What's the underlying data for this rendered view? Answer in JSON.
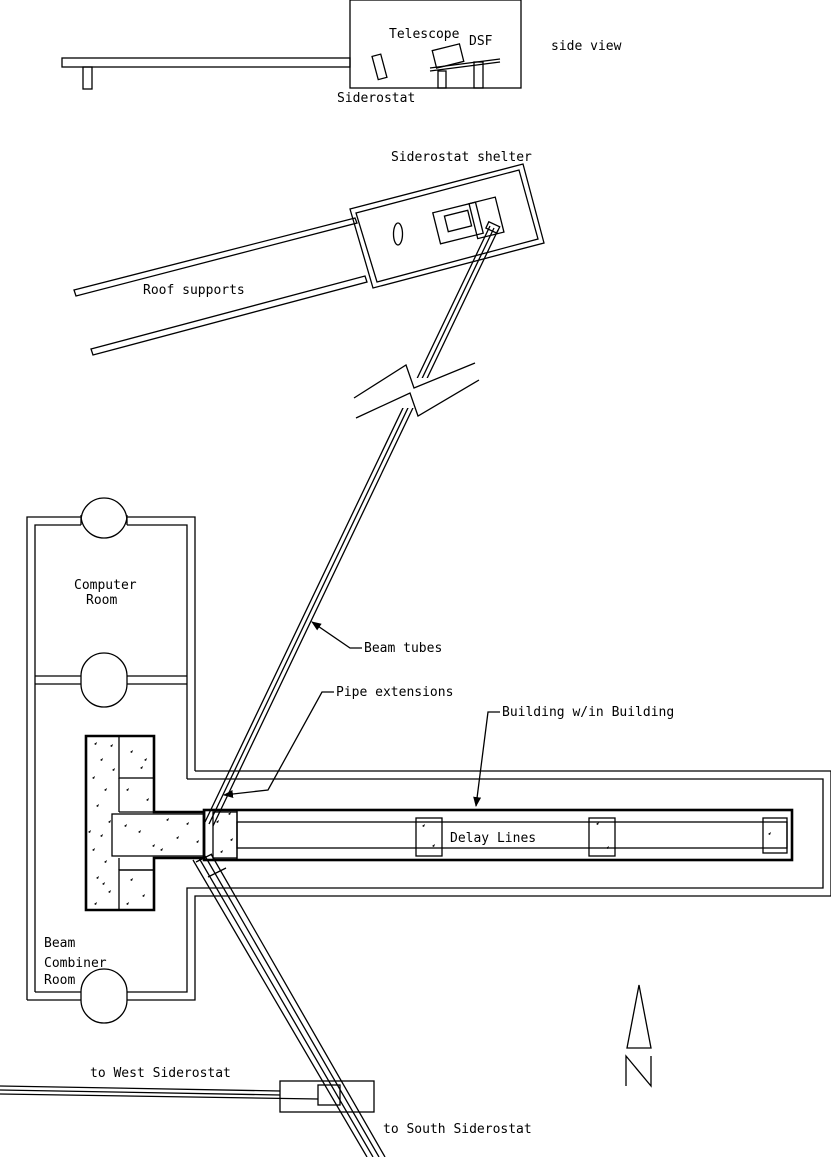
{
  "labels": {
    "telescope": "Telescope",
    "dsf": "DSF",
    "side_view": "side view",
    "siderostat": "Siderostat",
    "siderostat_shelter": "Siderostat shelter",
    "roof_supports": "Roof supports",
    "computer_room_1": "Computer",
    "computer_room_2": "Room",
    "beam_tubes": "Beam tubes",
    "pipe_extensions": "Pipe extensions",
    "building_in_building": "Building w/in Building",
    "delay_lines": "Delay Lines",
    "beam_combiner_1": "Beam",
    "beam_combiner_2": "Combiner",
    "beam_combiner_3": "Room",
    "to_west": "to West Siderostat",
    "to_south": "to South Siderostat",
    "north": "N"
  },
  "colors": {
    "ink": "#000000",
    "paper": "#ffffff"
  }
}
